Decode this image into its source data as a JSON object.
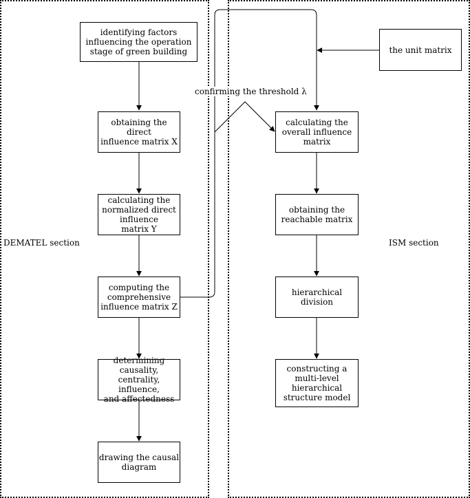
{
  "sections": {
    "dematel": "DEMATEL section",
    "ism": "ISM section"
  },
  "threshold_label": "confirming the threshold λ",
  "dematel_steps": [
    "identifying factors\ninfluencing the operation\nstage of green building",
    "obtaining the direct\ninfluence matrix X",
    "calculating the\nnormalized direct\ninfluence\nmatrix Y",
    "computing the\ncomprehensive\ninfluence matrix Z",
    "determining\ncausality, centrality,\ninfluence,\nand affectedness",
    "drawing the causal\ndiagram"
  ],
  "ism_steps": [
    "the unit matrix",
    "calculating the\noverall influence\nmatrix",
    "obtaining the\nreachable matrix",
    "hierarchical\ndivision",
    "constructing a\nmulti-level\nhierarchical\nstructure model"
  ]
}
